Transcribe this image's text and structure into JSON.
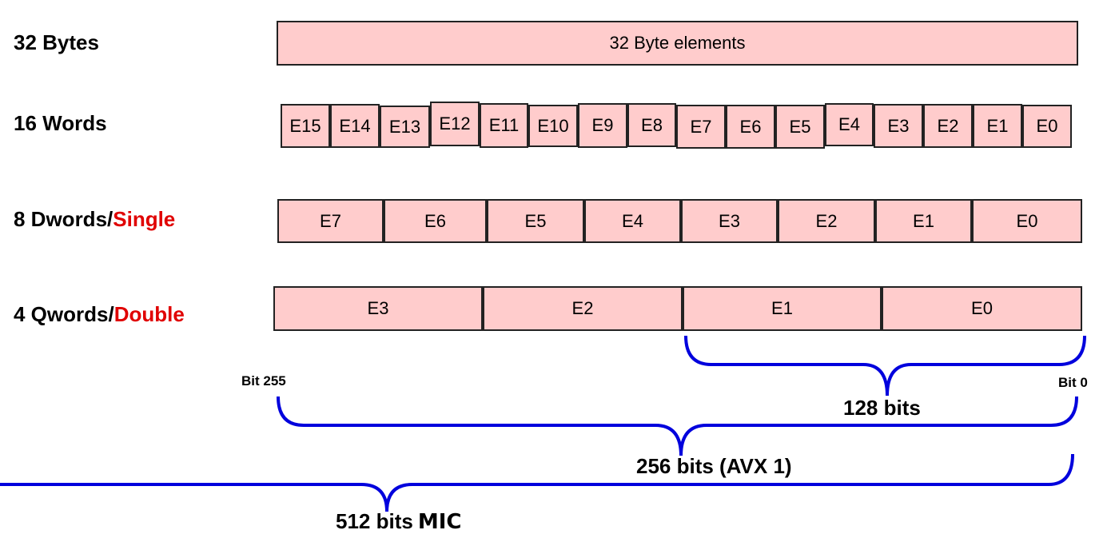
{
  "rows": {
    "bytes": {
      "label": "32 Bytes",
      "cells": [
        "32 Byte elements"
      ]
    },
    "words": {
      "label": "16 Words",
      "cells": [
        "E15",
        "E14",
        "E13",
        "E12",
        "E11",
        "E10",
        "E9",
        "E8",
        "E7",
        "E6",
        "E5",
        "E4",
        "E3",
        "E2",
        "E1",
        "E0"
      ]
    },
    "dwords": {
      "label": "8 Dwords/",
      "label_highlight": "Single",
      "cells": [
        "E7",
        "E6",
        "E5",
        "E4",
        "E3",
        "E2",
        "E1",
        "E0"
      ]
    },
    "qwords": {
      "label": "4 Qwords/",
      "label_highlight": "Double",
      "cells": [
        "E3",
        "E2",
        "E1",
        "E0"
      ]
    }
  },
  "bits": {
    "high": "Bit 255",
    "low": "Bit 0"
  },
  "braces": {
    "b128": "128 bits",
    "b256": "256 bits (AVX 1)",
    "b512": "512 bits",
    "b512_suffix": "MIC"
  },
  "colors": {
    "cell_fill": "#ffcccc",
    "brace": "#0000dd",
    "highlight": "#e00000"
  }
}
